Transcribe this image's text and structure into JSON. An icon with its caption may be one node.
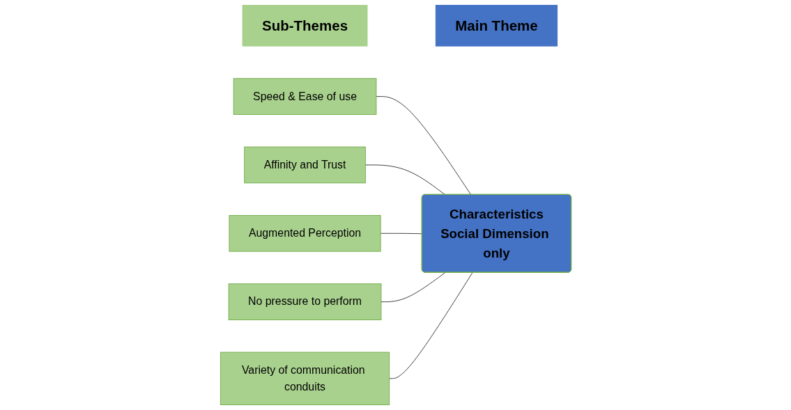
{
  "diagram": {
    "nodes": [
      {
        "text": [
          "Sub-Themes"
        ]
      },
      {
        "text": [
          "Main Theme"
        ]
      },
      {
        "text": [
          "Speed & Ease of use"
        ]
      },
      {
        "text": [
          "Affinity and Trust"
        ]
      },
      {
        "text": [
          "Augmented Perception"
        ]
      },
      {
        "text": [
          "No pressure to perform"
        ]
      },
      {
        "text": [
          "Variety of communication conduits"
        ]
      },
      {
        "text": [
          "Characteristics",
          "Social Dimension only"
        ]
      }
    ],
    "edges": [
      {
        "from": 2,
        "to": 7,
        "arrow": "none"
      },
      {
        "from": 3,
        "to": 7,
        "arrow": "none"
      },
      {
        "from": 4,
        "to": 7,
        "arrow": "none"
      },
      {
        "from": 5,
        "to": 7,
        "arrow": "none"
      },
      {
        "from": 6,
        "to": 7,
        "arrow": "none"
      }
    ]
  }
}
